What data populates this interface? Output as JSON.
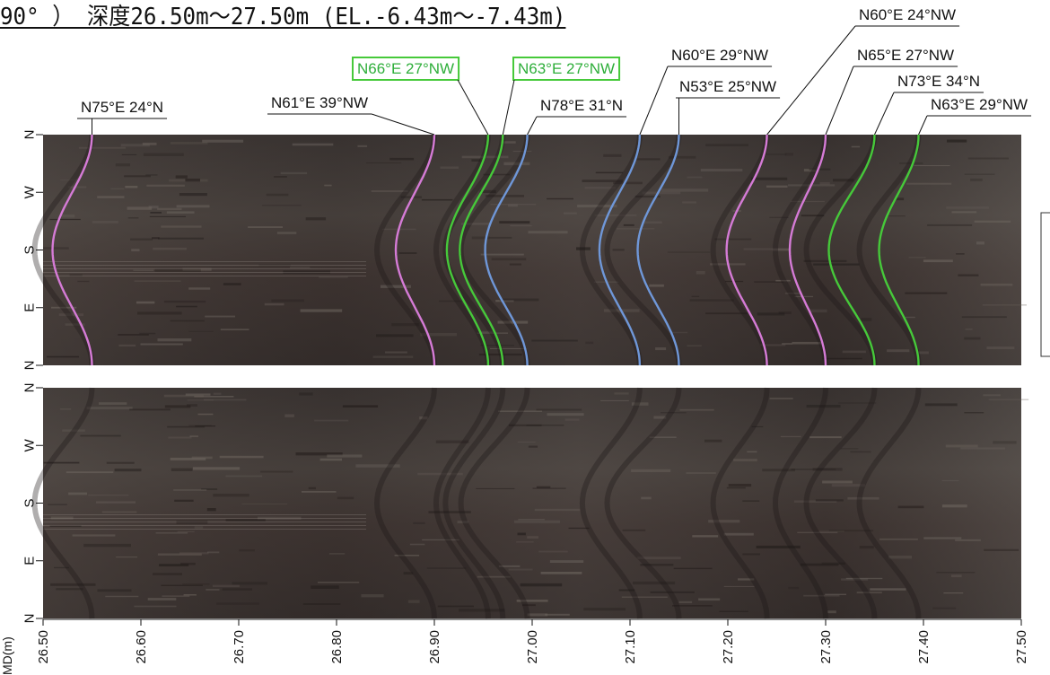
{
  "title": "90° ） 深度26.50m～27.50m (EL.-6.43m～-7.43m)",
  "upper_orientation_labels": [
    "N",
    "W",
    "S",
    "E",
    "N"
  ],
  "lower_orientation_labels": [
    "N",
    "W",
    "S",
    "E",
    "N"
  ],
  "md_label": "MD(m)",
  "depth_ticks": [
    "26.50",
    "26.60",
    "26.70",
    "26.80",
    "26.90",
    "27.00",
    "27.10",
    "27.20",
    "27.30",
    "27.40",
    "27.50"
  ],
  "colors": {
    "pink": "#d57bd6",
    "green": "#46c93a",
    "blue": "#6f97d8",
    "rock_dark": "#3b3330",
    "rock_light": "#6a625c"
  },
  "chart_data": {
    "type": "scatter",
    "xlabel": "MD(m)",
    "xlim": [
      26.5,
      27.5
    ],
    "fractures": [
      {
        "label": "N75°E 24°N",
        "depth": 26.55,
        "color": "pink",
        "boxed": false
      },
      {
        "label": "N61°E 39°NW",
        "depth": 26.9,
        "color": "pink",
        "boxed": false
      },
      {
        "label": "N66°E 27°NW",
        "depth": 26.955,
        "color": "green",
        "boxed": true
      },
      {
        "label": "N63°E 27°NW",
        "depth": 26.97,
        "color": "green",
        "boxed": true
      },
      {
        "label": "N78°E 31°N",
        "depth": 26.995,
        "color": "blue",
        "boxed": false
      },
      {
        "label": "N60°E 29°NW",
        "depth": 27.11,
        "color": "blue",
        "boxed": false
      },
      {
        "label": "N53°E 25°NW",
        "depth": 27.15,
        "color": "blue",
        "boxed": false
      },
      {
        "label": "N60°E 24°NW",
        "depth": 27.24,
        "color": "pink",
        "boxed": false
      },
      {
        "label": "N65°E 27°NW",
        "depth": 27.3,
        "color": "pink",
        "boxed": false
      },
      {
        "label": "N73°E 34°N",
        "depth": 27.35,
        "color": "green",
        "boxed": false
      },
      {
        "label": "N63°E 29°NW",
        "depth": 27.395,
        "color": "green",
        "boxed": false
      }
    ]
  }
}
